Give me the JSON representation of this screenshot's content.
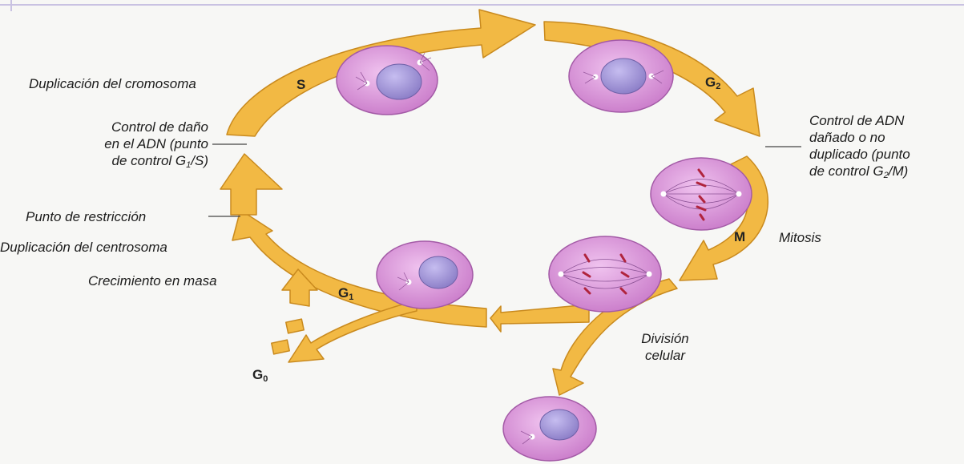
{
  "phases": {
    "s": "S",
    "g2": "G",
    "g2_sub": "2",
    "m": "M",
    "g1": "G",
    "g1_sub": "1",
    "g0": "G",
    "g0_sub": "0"
  },
  "labels": {
    "duplicacion_cromosoma": "Duplicación del cromosoma",
    "control_dano_l1": "Control de daño",
    "control_dano_l2": "en el ADN (punto",
    "control_dano_l3a": "de control G",
    "control_dano_l3_sub": "1",
    "control_dano_l3b": "/S)",
    "punto_restriccion": "Punto de restricción",
    "duplicacion_centrosoma": "Duplicación del centrosoma",
    "crecimiento_masa": "Crecimiento en masa",
    "control_adn_l1": "Control de ADN",
    "control_adn_l2": "dañado o no",
    "control_adn_l3": "duplicado (punto",
    "control_adn_l4a": "de control G",
    "control_adn_l4_sub": "2",
    "control_adn_l4b": "/M)",
    "mitosis": "Mitosis",
    "division_l1": "División",
    "division_l2": "celular"
  },
  "colors": {
    "arrow": "#f2b944",
    "arrow_edge": "#c98a1e",
    "cell": "#d98fd8",
    "cell_edge": "#a35aa6",
    "nucleus": "#9c8ed2",
    "chromosome": "#b0243d"
  }
}
